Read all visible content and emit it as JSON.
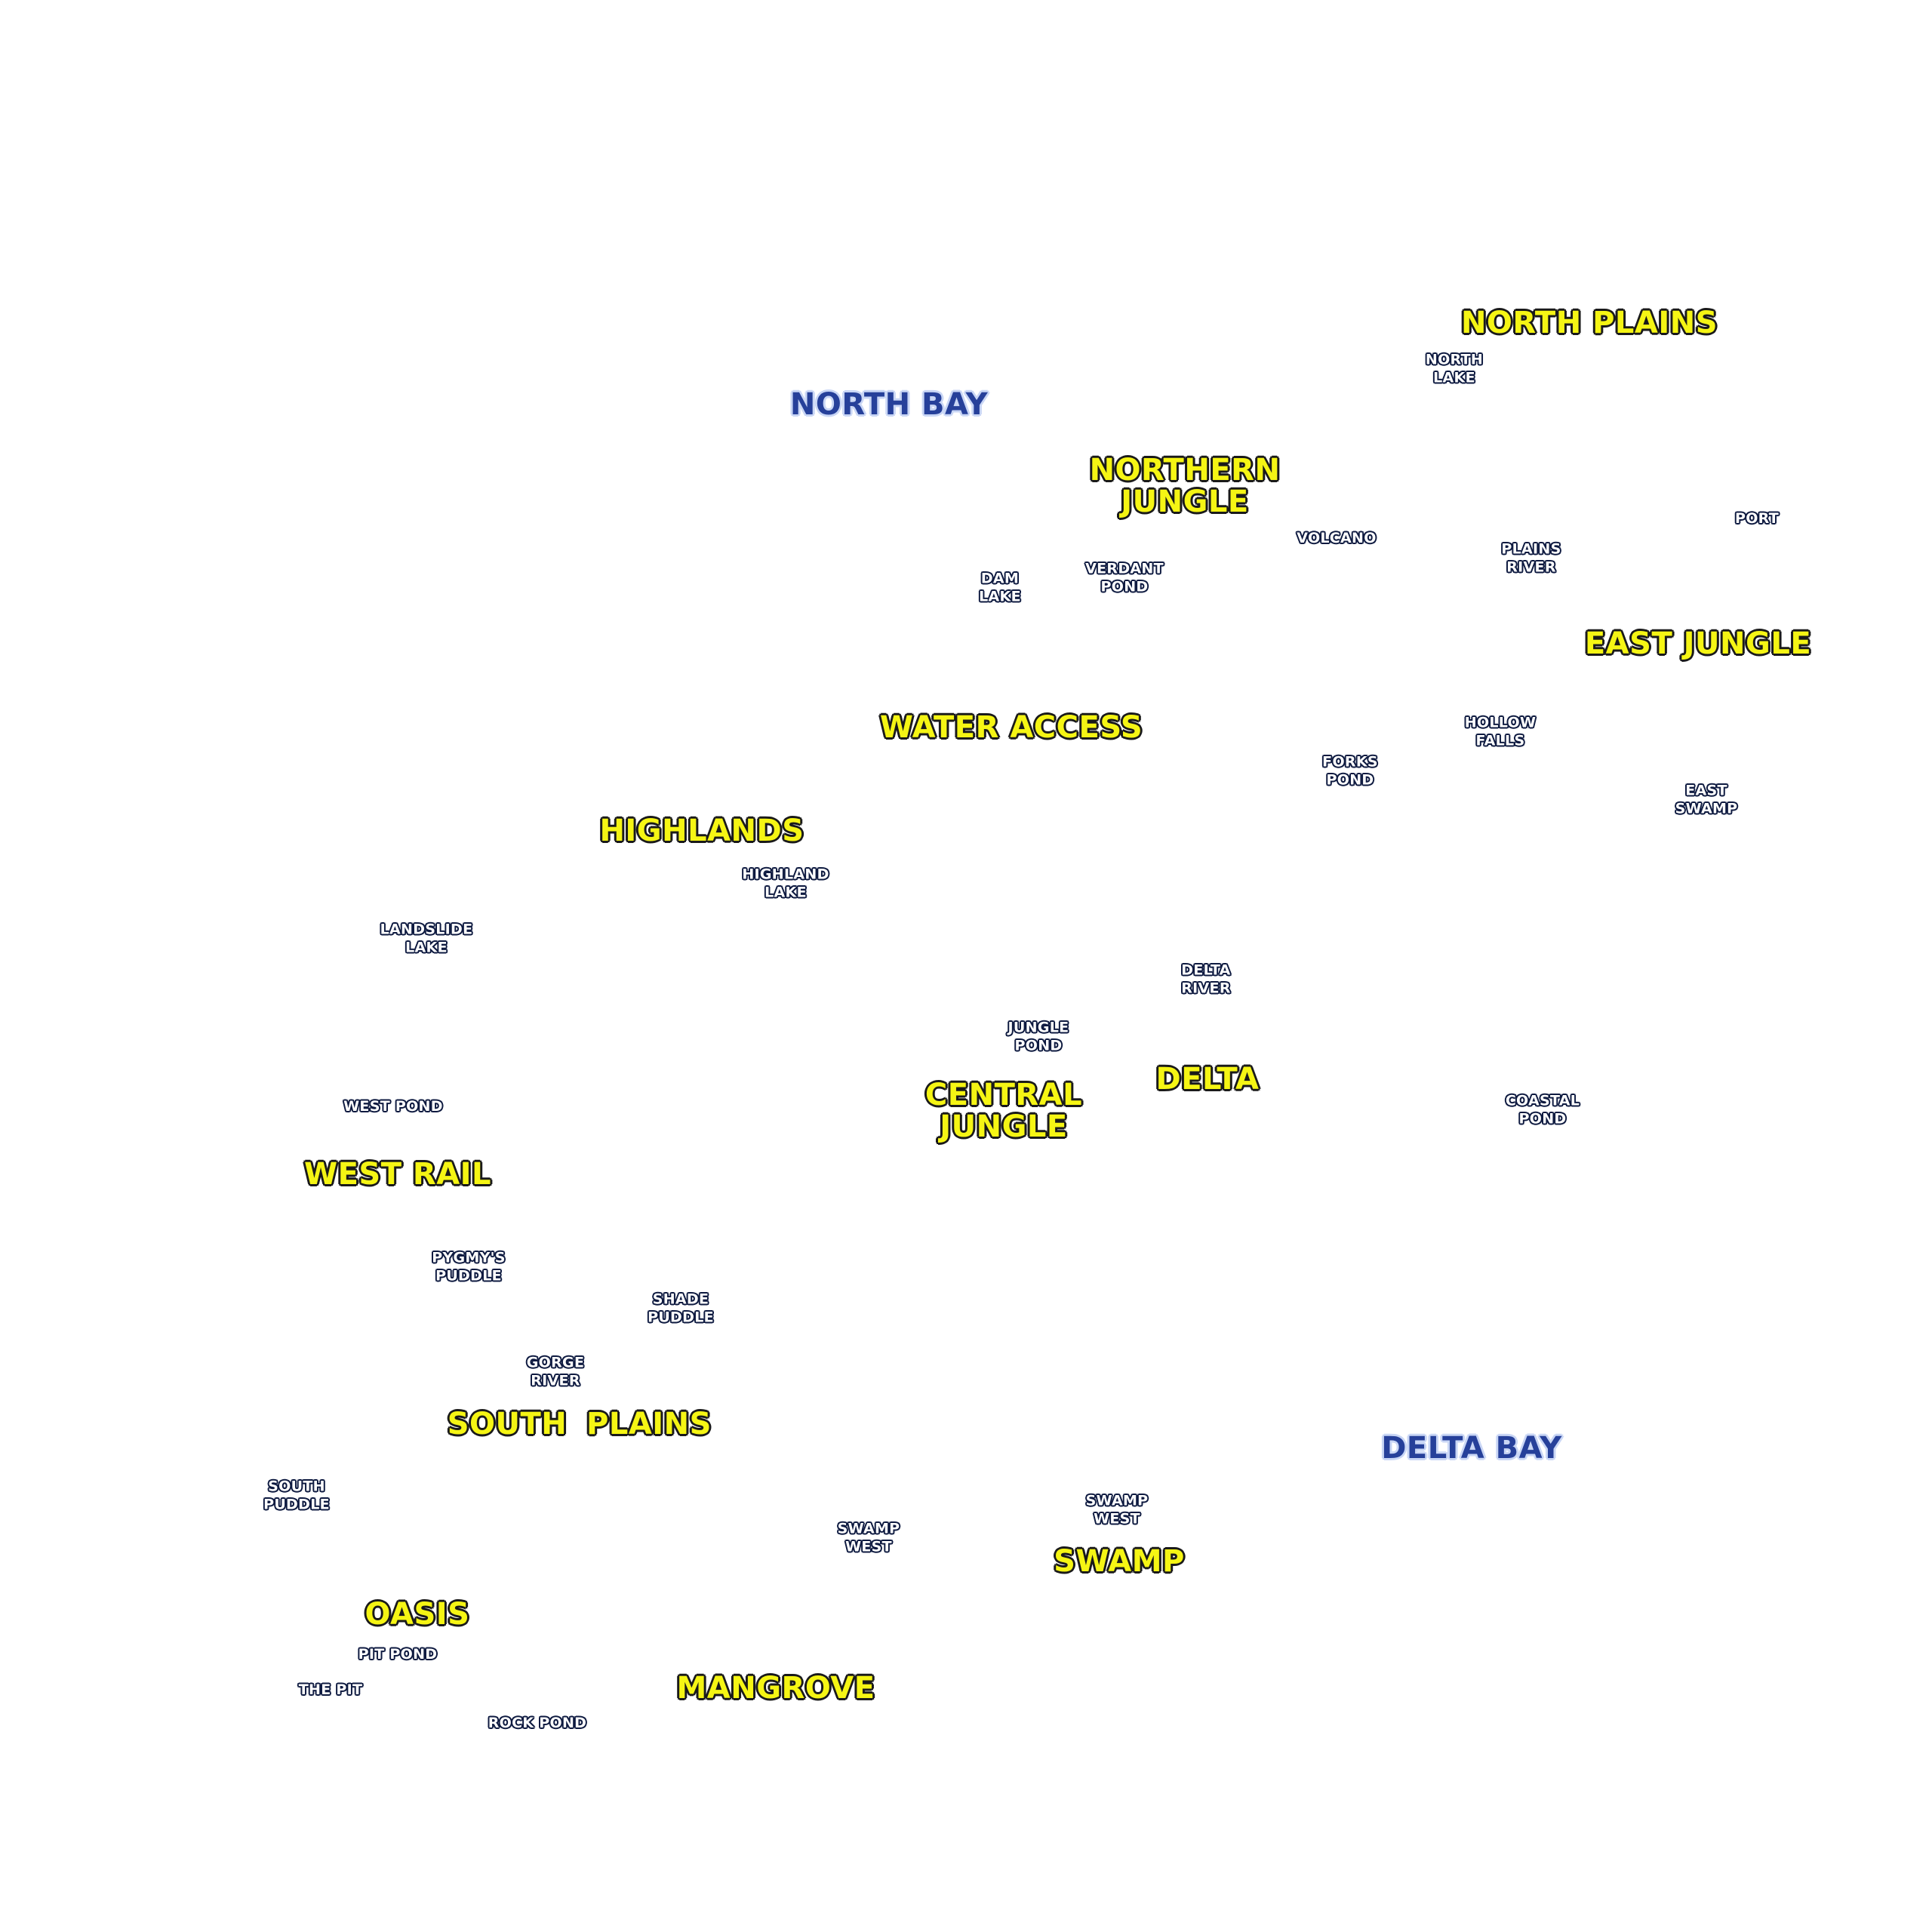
{
  "colors": {
    "background": "#ffffff",
    "region_fill": "#f5f514",
    "region_outline": "#1a1a1a",
    "bay_fill": "#26409a",
    "bay_outline": "#c9d6f5",
    "water_fill": "#ffffff",
    "water_outline": "#0e1a40"
  },
  "regions": [
    {
      "id": "north-plains",
      "label": "NORTH PLAINS"
    },
    {
      "id": "northern-jungle",
      "label": "NORTHERN\nJUNGLE"
    },
    {
      "id": "east-jungle",
      "label": "EAST JUNGLE"
    },
    {
      "id": "water-access",
      "label": "WATER ACCESS"
    },
    {
      "id": "highlands",
      "label": "HIGHLANDS"
    },
    {
      "id": "central-jungle",
      "label": "CENTRAL\nJUNGLE"
    },
    {
      "id": "delta",
      "label": "DELTA"
    },
    {
      "id": "west-rail",
      "label": "WEST RAIL"
    },
    {
      "id": "south",
      "label": "SOUTH"
    },
    {
      "id": "plains",
      "label": "PLAINS"
    },
    {
      "id": "swamp",
      "label": "SWAMP"
    },
    {
      "id": "oasis",
      "label": "OASIS"
    },
    {
      "id": "mangrove",
      "label": "MANGROVE"
    }
  ],
  "bays": [
    {
      "id": "north-bay",
      "label": "NORTH BAY"
    },
    {
      "id": "delta-bay",
      "label": "DELTA BAY"
    }
  ],
  "water_features": [
    {
      "id": "north-lake",
      "label": "NORTH\nLAKE"
    },
    {
      "id": "port",
      "label": "PORT"
    },
    {
      "id": "volcano",
      "label": "VOLCANO"
    },
    {
      "id": "plains-river",
      "label": "PLAINS\nRIVER"
    },
    {
      "id": "dam-lake",
      "label": "DAM\nLAKE"
    },
    {
      "id": "verdant-pond",
      "label": "VERDANT\nPOND"
    },
    {
      "id": "hollow-falls",
      "label": "HOLLOW\nFALLS"
    },
    {
      "id": "forks-pond",
      "label": "FORKS\nPOND"
    },
    {
      "id": "east-swamp",
      "label": "EAST\nSWAMP"
    },
    {
      "id": "highland-lake",
      "label": "HIGHLAND\nLAKE"
    },
    {
      "id": "landslide-lake",
      "label": "LANDSLIDE\nLAKE"
    },
    {
      "id": "delta-river",
      "label": "DELTA\nRIVER"
    },
    {
      "id": "jungle-pond",
      "label": "JUNGLE\nPOND"
    },
    {
      "id": "coastal-pond",
      "label": "COASTAL\nPOND"
    },
    {
      "id": "west-pond",
      "label": "WEST POND"
    },
    {
      "id": "pygmys-puddle",
      "label": "PYGMY'S\nPUDDLE"
    },
    {
      "id": "shade-puddle",
      "label": "SHADE\nPUDDLE"
    },
    {
      "id": "gorge-river",
      "label": "GORGE\nRIVER"
    },
    {
      "id": "south-puddle",
      "label": "SOUTH\nPUDDLE"
    },
    {
      "id": "swamp-west-1",
      "label": "SWAMP\nWEST"
    },
    {
      "id": "swamp-west-2",
      "label": "SWAMP\nWEST"
    },
    {
      "id": "pit-pond",
      "label": "PIT POND"
    },
    {
      "id": "the-pit",
      "label": "THE PIT"
    },
    {
      "id": "rock-pond",
      "label": "ROCK POND"
    }
  ]
}
